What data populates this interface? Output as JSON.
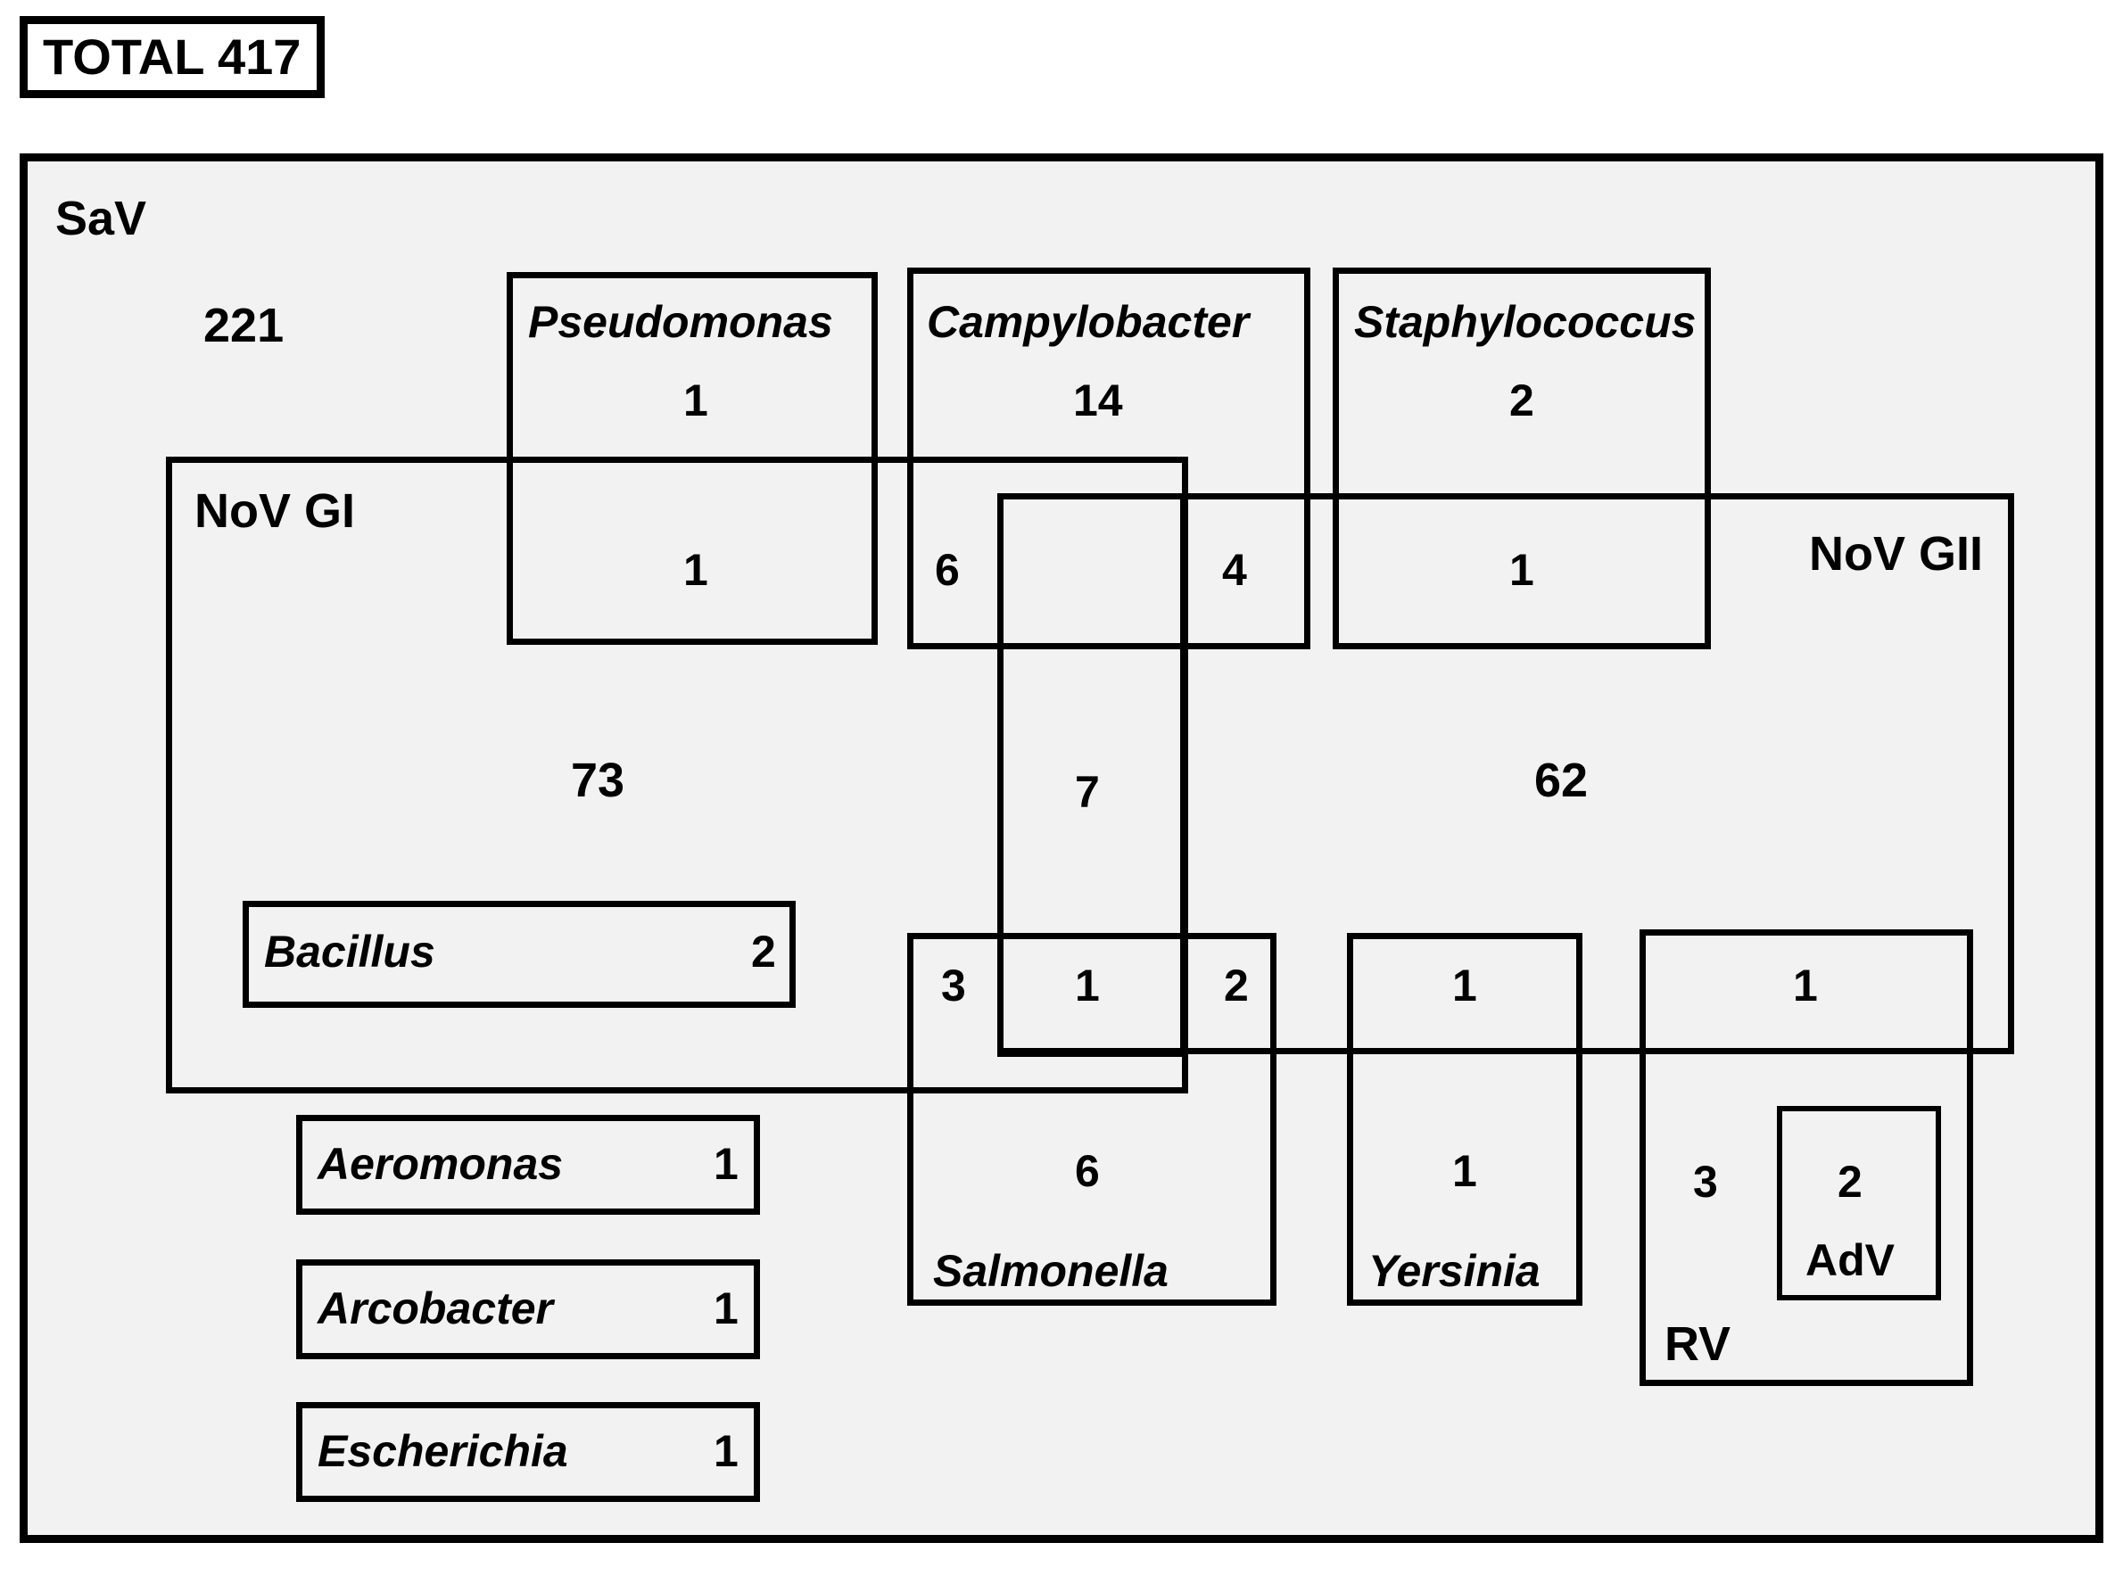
{
  "total": {
    "label": "TOTAL 417"
  },
  "sav": {
    "label": "SaV",
    "count": "221"
  },
  "novgi": {
    "label": "NoV GI",
    "count": "73"
  },
  "novgii": {
    "label": "NoV GII",
    "count": "62"
  },
  "pseudomonas": {
    "label": "Pseudomonas",
    "sav_only": "1",
    "with_novgi": "1"
  },
  "campylobacter": {
    "label": "Campylobacter",
    "sav_only": "14",
    "with_novgi": "6",
    "with_novgii": "4"
  },
  "staphylococcus": {
    "label": "Staphylococcus",
    "sav_only": "2",
    "with_novgii": "1"
  },
  "campylobacter_gi_gii": {
    "count": "7"
  },
  "bacillus": {
    "label": "Bacillus",
    "count": "2"
  },
  "salmonella": {
    "label": "Salmonella",
    "with_novgi": "3",
    "with_novgi_novgii": "1",
    "with_novgii": "2",
    "sav_only": "6"
  },
  "yersinia": {
    "label": "Yersinia",
    "with_novgii": "1",
    "sav_only": "1"
  },
  "rv": {
    "label": "RV",
    "with_novgii": "1",
    "sav_only": "3"
  },
  "adv": {
    "label": "AdV",
    "count": "2"
  },
  "aeromonas": {
    "label": "Aeromonas",
    "count": "1"
  },
  "arcobacter": {
    "label": "Arcobacter",
    "count": "1"
  },
  "escherichia": {
    "label": "Escherichia",
    "count": "1"
  },
  "chart_data": {
    "type": "diagram",
    "title": "TOTAL 417",
    "subtype": "nested-rectangle venn / set-overlap diagram",
    "sets": [
      {
        "name": "SaV",
        "exclusive_count": 221
      },
      {
        "name": "NoV GI",
        "exclusive_count": 73
      },
      {
        "name": "NoV GII",
        "exclusive_count": 62
      },
      {
        "name": "RV",
        "exclusive_count": 3
      },
      {
        "name": "AdV",
        "exclusive_count": 2
      }
    ],
    "genus_regions": [
      {
        "genus": "Pseudomonas",
        "SaV_only": 1,
        "with_NoV_GI": 1
      },
      {
        "genus": "Campylobacter",
        "SaV_only": 14,
        "with_NoV_GI": 6,
        "with_NoV_GII": 4,
        "with_NoV_GI_and_GII": 7
      },
      {
        "genus": "Staphylococcus",
        "SaV_only": 2,
        "with_NoV_GII": 1
      },
      {
        "genus": "Bacillus",
        "with_NoV_GI": 2
      },
      {
        "genus": "Salmonella",
        "with_NoV_GI": 3,
        "with_NoV_GI_and_GII": 1,
        "with_NoV_GII": 2,
        "SaV_only": 6
      },
      {
        "genus": "Yersinia",
        "with_NoV_GII": 1,
        "SaV_only": 1
      },
      {
        "genus": "Aeromonas",
        "SaV_only": 1
      },
      {
        "genus": "Arcobacter",
        "SaV_only": 1
      },
      {
        "genus": "Escherichia",
        "SaV_only": 1
      }
    ],
    "total": 417
  }
}
